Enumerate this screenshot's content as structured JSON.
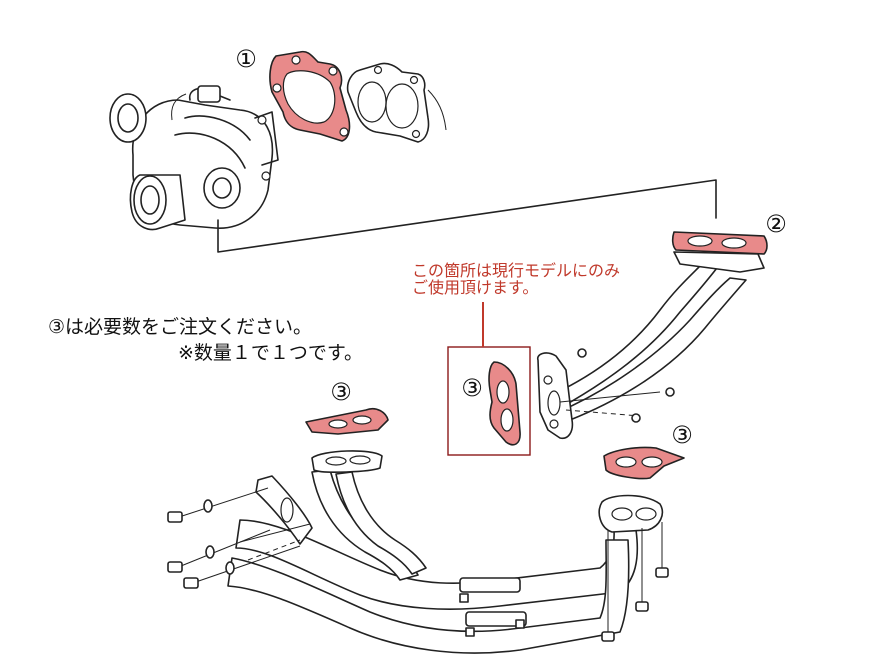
{
  "colors": {
    "gasket": "#e88a8a",
    "accent": "#c0392b",
    "detail_frame": "#8b1a1a",
    "line": "#222222"
  },
  "callouts": {
    "one": "①",
    "two": "②",
    "three": "③"
  },
  "notes": {
    "current_model_line1": "この箇所は現行モデルにのみ",
    "current_model_line2": "ご使用頂けます。",
    "order_line1": "③は必要数をご注文ください。",
    "order_line2": "※数量１で１つです。"
  }
}
